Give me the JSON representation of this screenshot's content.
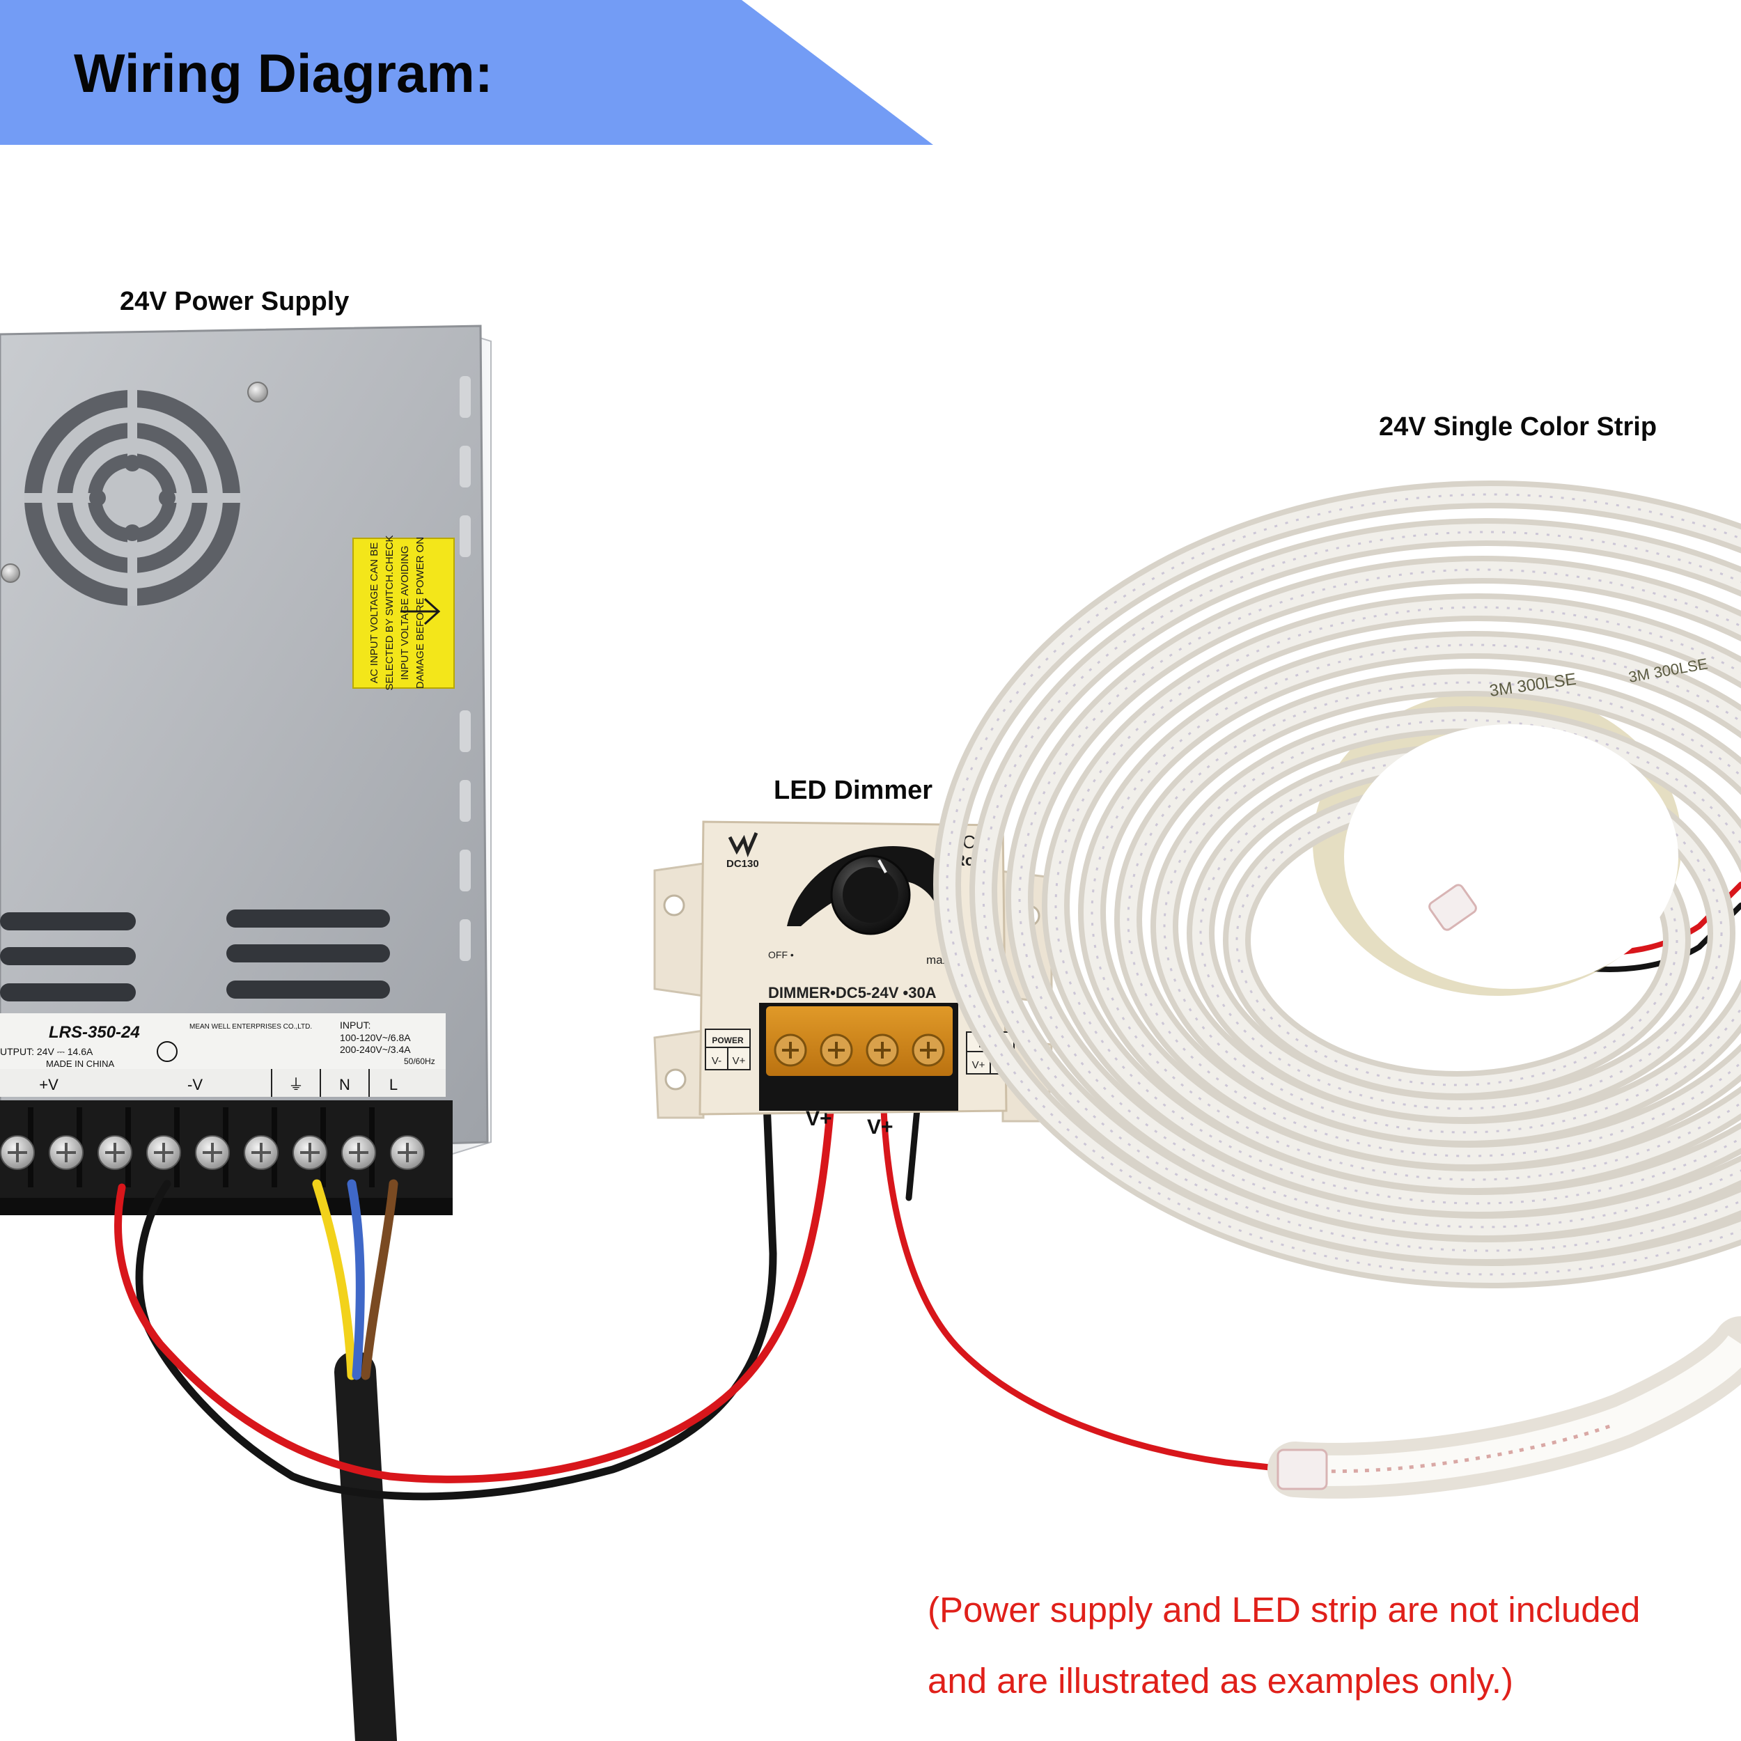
{
  "banner": {
    "title": "Wiring Diagram:"
  },
  "labels": {
    "power_supply": "24V Power Supply",
    "dimmer": "LED Dimmer",
    "strip": "24V Single Color Strip"
  },
  "psu": {
    "model": "LRS-350-24",
    "output": "UTPUT:  24V ⎓ 14.6A",
    "made_in": "MADE IN CHINA",
    "maker": "MEAN WELL ENTERPRISES CO.,LTD.",
    "input_title": "INPUT:",
    "input_line1": "100-120V~/6.8A",
    "input_line2": "200-240V~/3.4A",
    "input_freq": "50/60Hz",
    "terminal_labels": [
      "+V",
      "-V",
      "⏚",
      "N",
      "L"
    ],
    "warning_lines": [
      "AC INPUT VOLTAGE CAN BE",
      "SELECTED BY SWITCH.CHECK",
      "INPUT VOLTAGE AVOIDING",
      "DAMAGE BEFORE POWER ON"
    ]
  },
  "dimmer": {
    "brand_code": "DC130",
    "cert": "CE",
    "rohs": "RoHS",
    "off_label": "OFF •",
    "max_label": "max",
    "rating": "DIMMER•DC5-24V •30A",
    "power_title": "POWER",
    "power_pins": [
      "V-",
      "V+"
    ],
    "led_title": "LED",
    "led_pins": [
      "V+",
      "V-"
    ],
    "wire_labels": [
      "V+",
      "V+"
    ]
  },
  "strip": {
    "tape_text_1": "3M 300LSE",
    "tape_text_2": "3M 300LSE"
  },
  "note": {
    "line1": "(Power supply and LED strip are not included",
    "line2": "and are illustrated as examples only.)"
  },
  "colors": {
    "banner": "#739cf5",
    "note_text": "#e0201a",
    "wire_red": "#d8161b",
    "wire_black": "#111111",
    "wire_yellow": "#f2d21b",
    "wire_blue": "#3f68c8",
    "wire_brown": "#7a4a22"
  }
}
